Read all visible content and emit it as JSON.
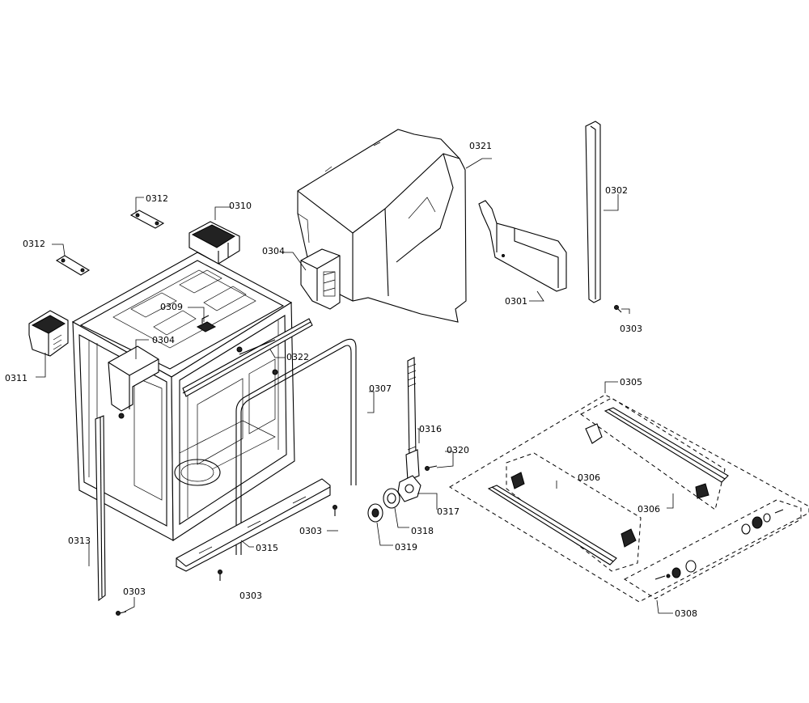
{
  "diagram": {
    "labels": {
      "p0321": "0321",
      "p0302": "0302",
      "p0312a": "0312",
      "p0310": "0310",
      "p0312b": "0312",
      "p0304a": "0304",
      "p0301": "0301",
      "p0303a": "0303",
      "p0309": "0309",
      "p0304b": "0304",
      "p0322": "0322",
      "p0311": "0311",
      "p0307": "0307",
      "p0305": "0305",
      "p0316": "0316",
      "p0320": "0320",
      "p0306a": "0306",
      "p0306b": "0306",
      "p0317": "0317",
      "p0303b": "0303",
      "p0318": "0318",
      "p0313": "0313",
      "p0315": "0315",
      "p0319": "0319",
      "p0303c": "0303",
      "p0303d": "0303",
      "p0308": "0308"
    }
  }
}
